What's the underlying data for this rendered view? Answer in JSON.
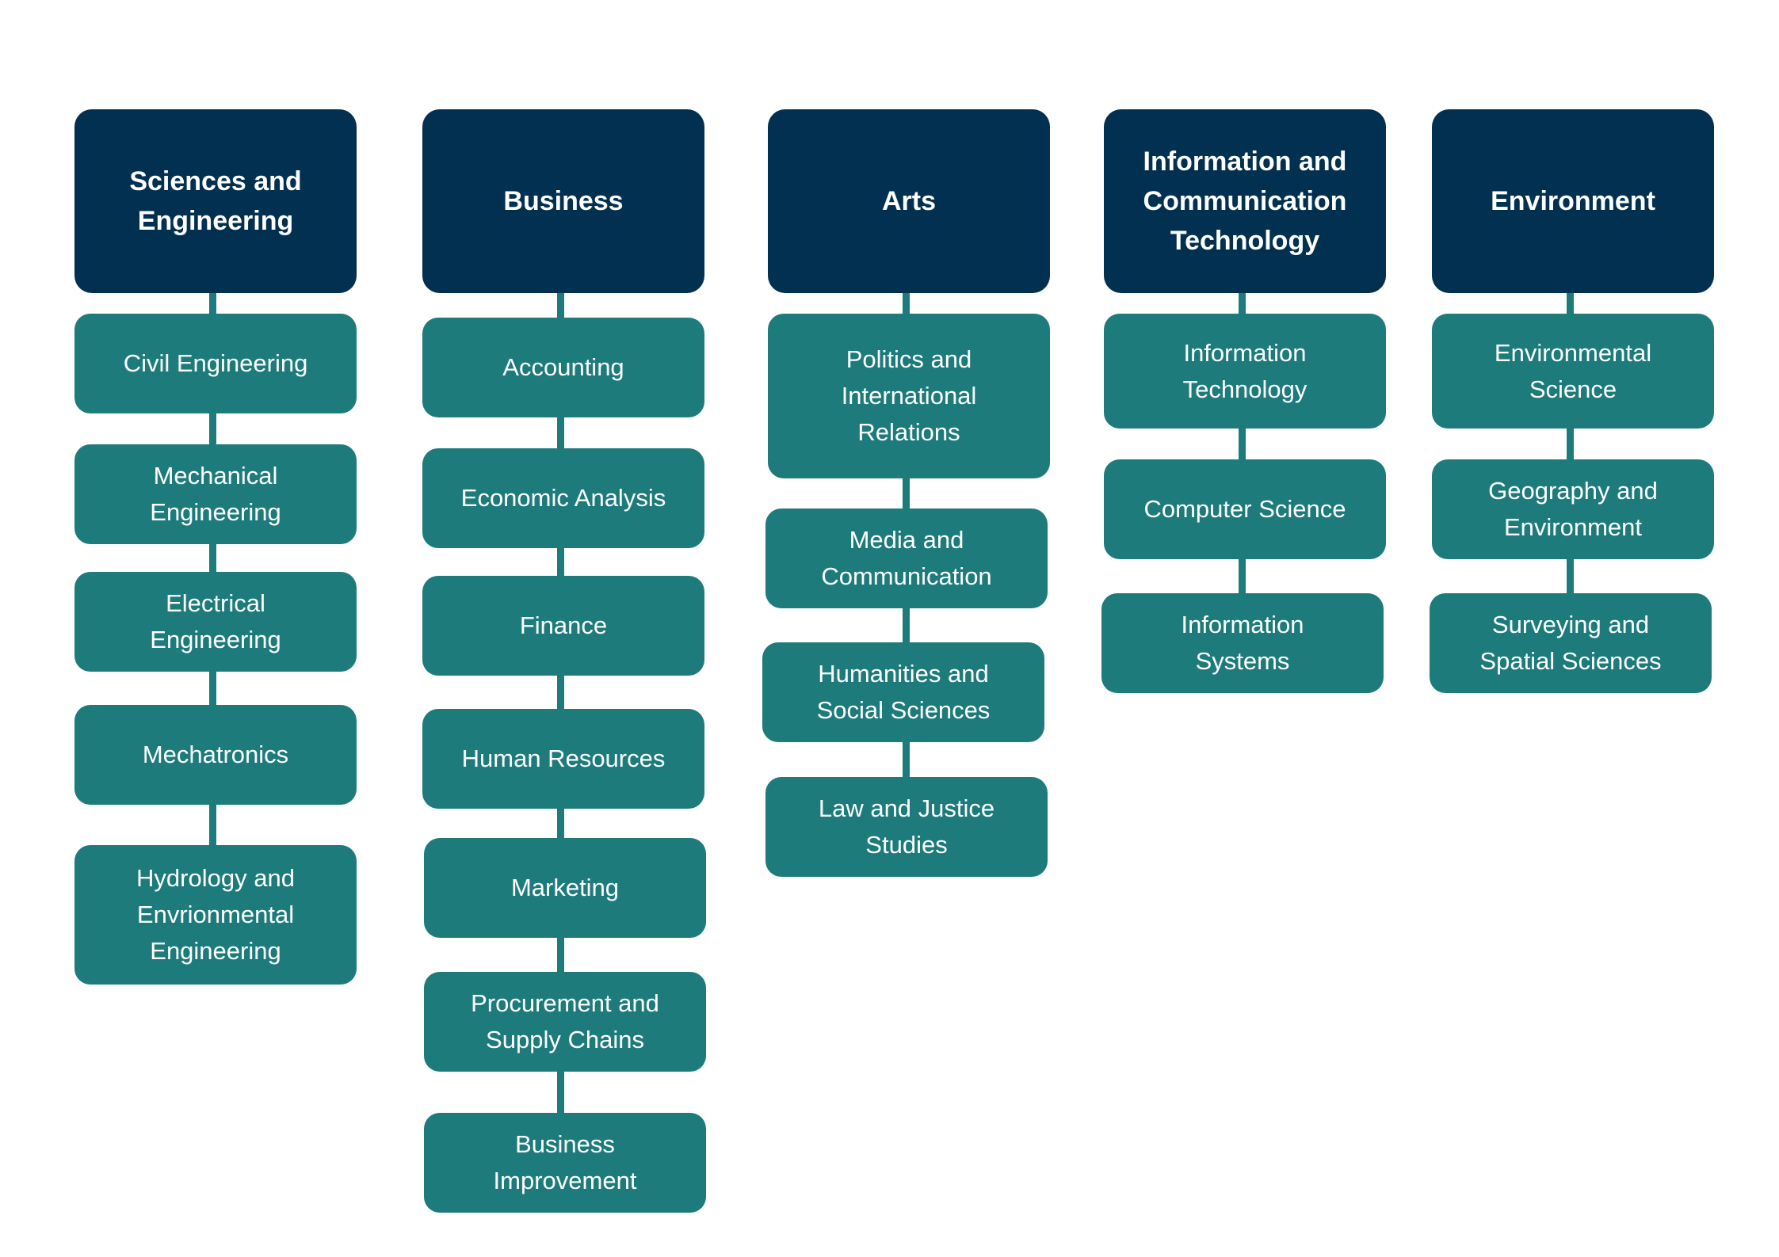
{
  "colors": {
    "header_bg": "#023050",
    "item_bg": "#1d7b7c",
    "connector": "#1d7b7c",
    "text": "#ffffff",
    "background": "#ffffff"
  },
  "columns": [
    {
      "title": "Sciences and Engineering",
      "items": [
        "Civil Engineering",
        "Mechanical Engineering",
        "Electrical Engineering",
        "Mechatronics",
        "Hydrology and Envrionmental Engineering"
      ]
    },
    {
      "title": "Business",
      "items": [
        "Accounting",
        "Economic Analysis",
        "Finance",
        "Human Resources",
        "Marketing",
        "Procurement and Supply Chains",
        "Business Improvement"
      ]
    },
    {
      "title": "Arts",
      "items": [
        "Politics and International Relations",
        "Media and Communication",
        "Humanities and Social Sciences",
        "Law and Justice Studies"
      ]
    },
    {
      "title": "Information and Communication Technology",
      "items": [
        "Information Technology",
        "Computer Science",
        "Information Systems"
      ]
    },
    {
      "title": "Environment",
      "items": [
        "Environmental Science",
        "Geography and Environment",
        "Surveying and Spatial Sciences"
      ]
    }
  ]
}
